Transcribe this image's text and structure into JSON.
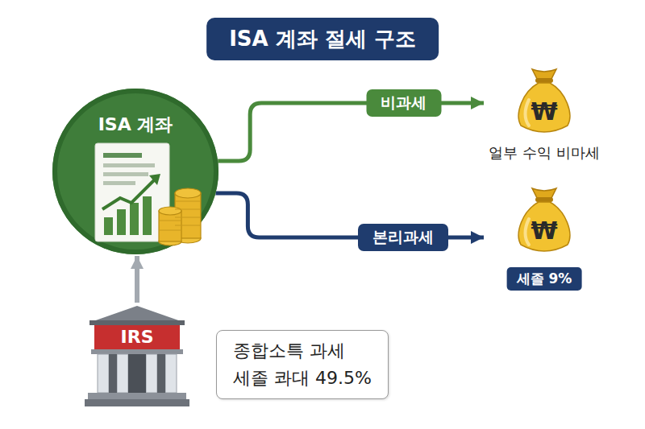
{
  "diagram": {
    "title": "ISA 계좌 절세 구조",
    "nodes": [
      {
        "text": [
          "ISA 계좌"
        ]
      },
      {
        "text": [
          "₩",
          "얼부 수익 비마세"
        ]
      },
      {
        "text": [
          "₩",
          "세졸 9%"
        ]
      },
      {
        "text": [
          "IRS"
        ]
      },
      {
        "text": [
          "종합소특 과세",
          "세졸 콰대 49.5%"
        ]
      }
    ],
    "edges": [
      {
        "from": 0,
        "to": 1,
        "label": "비과세",
        "arrow": "to"
      },
      {
        "from": 0,
        "to": 2,
        "label": "본리과세",
        "arrow": "to"
      },
      {
        "from": 3,
        "to": 0,
        "arrow": "to"
      }
    ]
  }
}
